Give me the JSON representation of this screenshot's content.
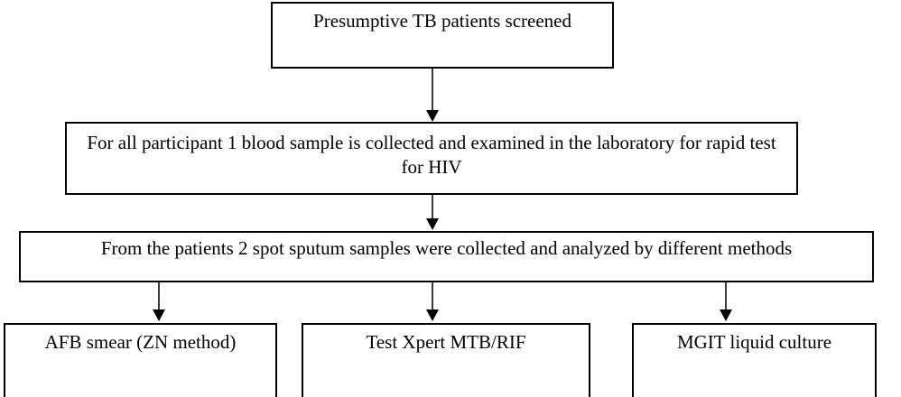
{
  "diagram": {
    "type": "flowchart",
    "orientation": "top-to-bottom",
    "background_color": "#ffffff",
    "line_color": "#000000",
    "text_color": "#000000",
    "nodes": [
      {
        "id": "screened",
        "label": "Presumptive TB patients screened",
        "shape": "rectangle"
      },
      {
        "id": "blood",
        "label": "For all participant 1 blood sample is collected and examined in the laboratory for rapid test for HIV",
        "shape": "rectangle"
      },
      {
        "id": "sputum",
        "label": "From the patients 2 spot sputum samples were collected and analyzed by different methods",
        "shape": "rectangle"
      },
      {
        "id": "afb",
        "label": "AFB smear (ZN method)",
        "shape": "rectangle"
      },
      {
        "id": "xpert",
        "label": "Test Xpert MTB/RIF",
        "shape": "rectangle"
      },
      {
        "id": "mgit",
        "label": "MGIT liquid culture",
        "shape": "rectangle"
      }
    ],
    "edges": [
      {
        "id": "screened-blood",
        "from": "screened",
        "to": "blood",
        "style": "solid-arrow"
      },
      {
        "id": "blood-sputum",
        "from": "blood",
        "to": "sputum",
        "style": "solid-arrow"
      },
      {
        "id": "sputum-afb",
        "from": "sputum",
        "to": "afb",
        "style": "solid-arrow"
      },
      {
        "id": "sputum-xpert",
        "from": "sputum",
        "to": "xpert",
        "style": "solid-arrow"
      },
      {
        "id": "sputum-mgit",
        "from": "sputum",
        "to": "mgit",
        "style": "solid-arrow"
      }
    ]
  }
}
